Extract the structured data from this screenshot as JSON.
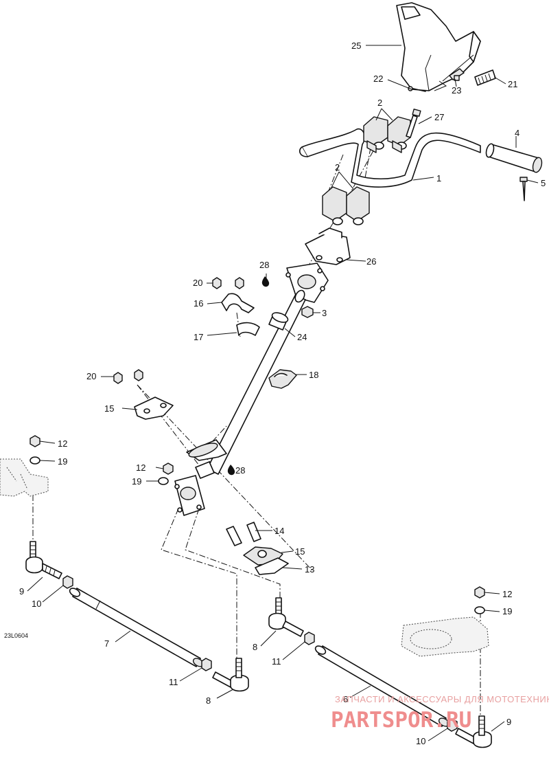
{
  "diagram": {
    "drawing_code": "23L0604",
    "callouts": [
      "1",
      "2",
      "2",
      "3",
      "4",
      "5",
      "6",
      "7",
      "8",
      "8",
      "9",
      "9",
      "10",
      "10",
      "11",
      "11",
      "12",
      "12",
      "12",
      "13",
      "14",
      "15",
      "15",
      "16",
      "17",
      "18",
      "19",
      "19",
      "19",
      "20",
      "20",
      "21",
      "22",
      "23",
      "24",
      "25",
      "26",
      "27",
      "28",
      "28"
    ],
    "lubrication_icon": "oil-drop-icon"
  },
  "watermark": {
    "tagline": "ЗАПЧАСТИ И АКСЕССУАРЫ ДЛЯ МОТОТЕХНИКИ",
    "logo": "PARTSPOR.RU",
    "color": "#ef8d8d"
  }
}
